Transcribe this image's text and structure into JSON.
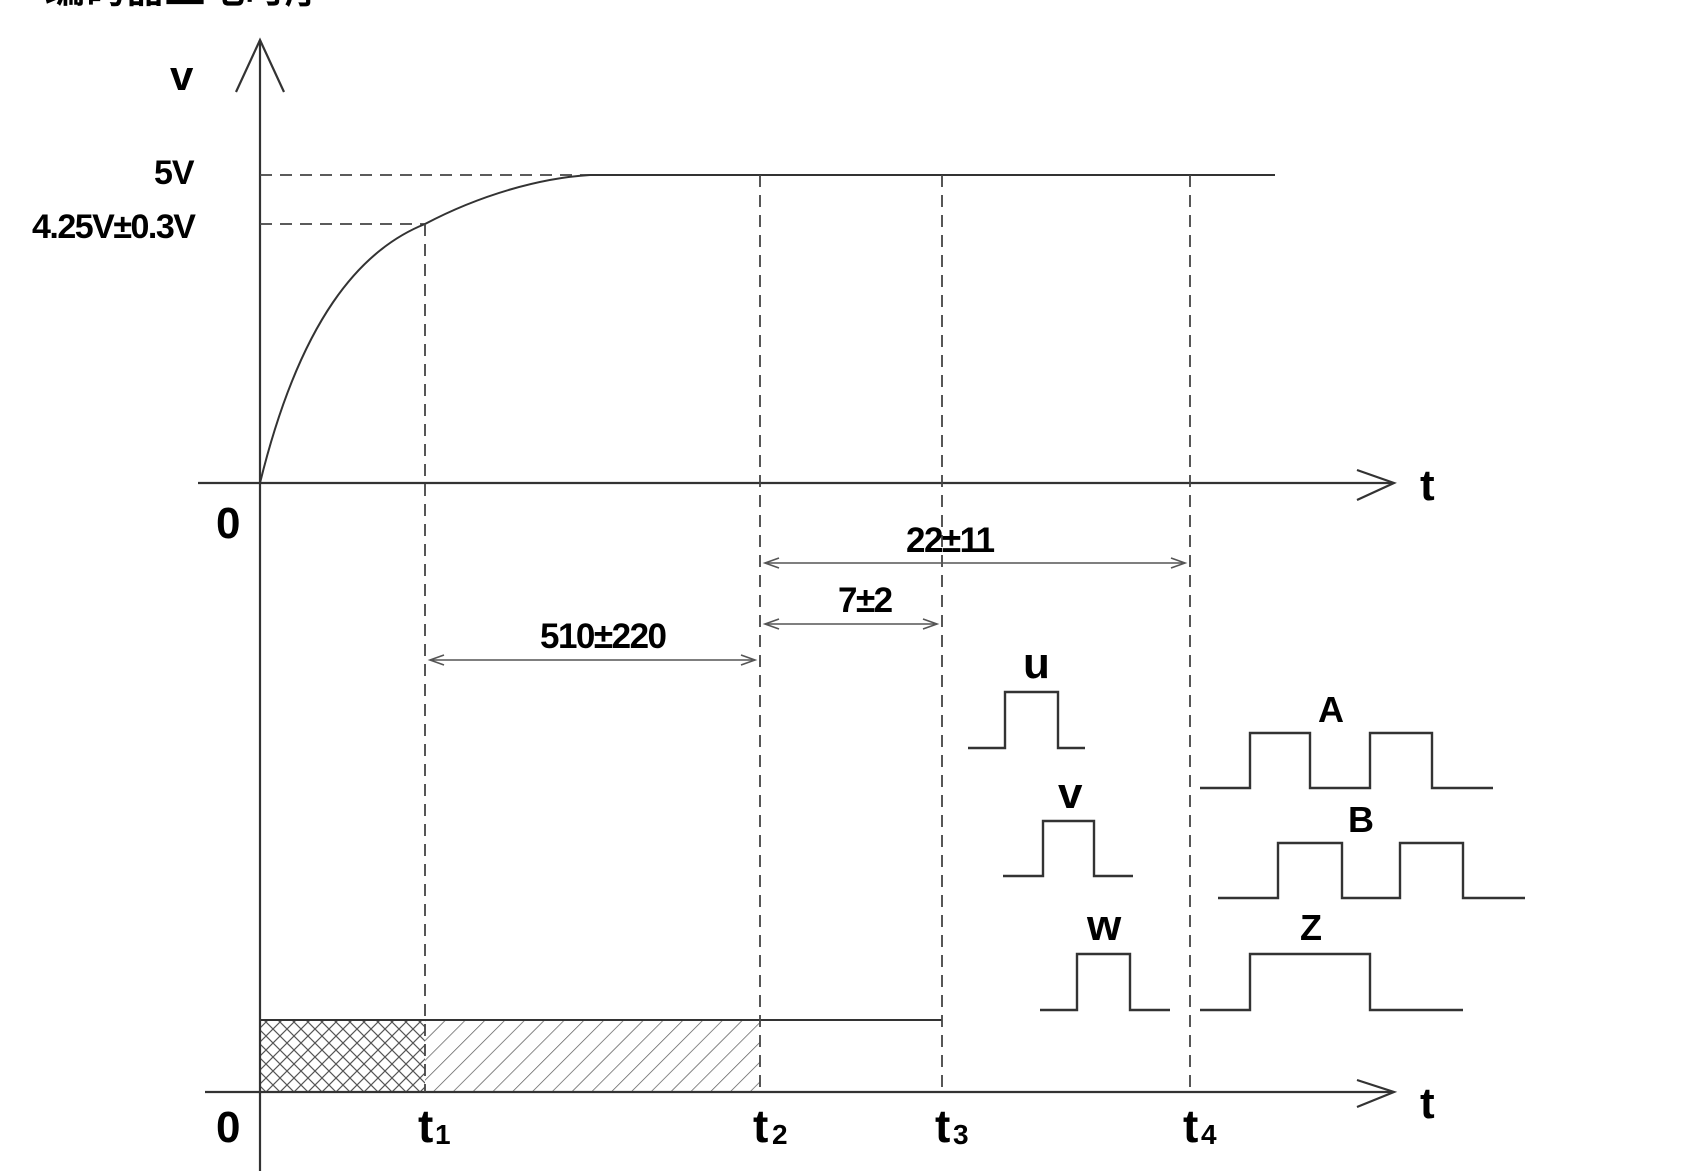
{
  "header_text": "编码器上电时序",
  "axes": {
    "y_label": "v",
    "x_label_upper": "t",
    "x_label_lower": "t",
    "origin_upper": "0",
    "origin_lower": "0"
  },
  "voltage_levels": {
    "full": "5V",
    "threshold": "4.25V±0.3V"
  },
  "time_marks": {
    "t1": {
      "main": "t",
      "sub": "1"
    },
    "t2": {
      "main": "t",
      "sub": "2"
    },
    "t3": {
      "main": "t",
      "sub": "3"
    },
    "t4": {
      "main": "t",
      "sub": "4"
    }
  },
  "intervals": {
    "t1_to_t2": "510±220",
    "t2_to_t3": "7±2",
    "t2_to_t4": "22±11"
  },
  "signals": {
    "u": "u",
    "v": "v",
    "w": "w",
    "A": "A",
    "B": "B",
    "Z": "Z"
  }
}
